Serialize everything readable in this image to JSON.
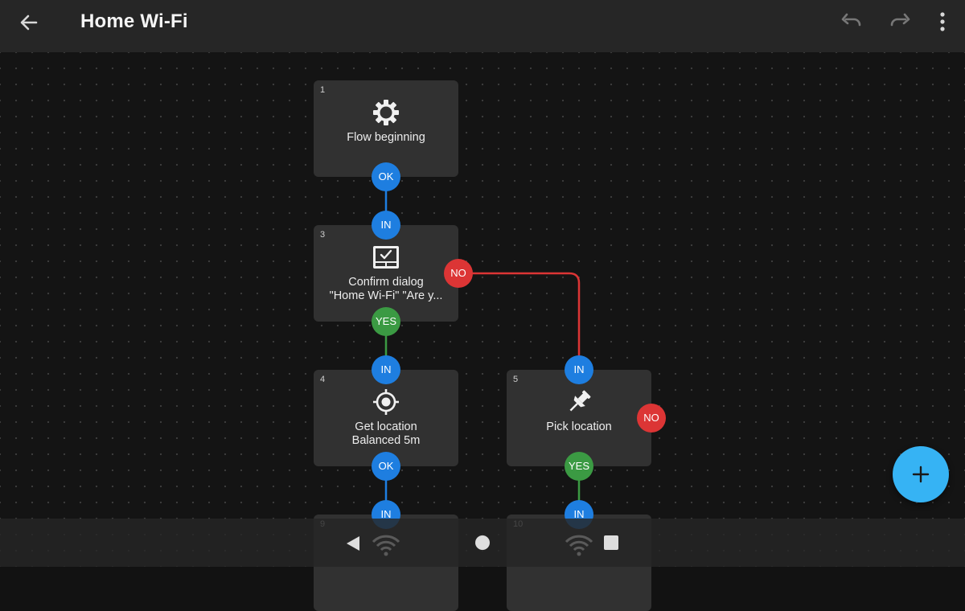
{
  "app_bar": {
    "title": "Home Wi-Fi",
    "back_icon": "arrow-left-icon",
    "undo_icon": "undo-icon",
    "redo_icon": "redo-icon",
    "more_icon": "more-vert-icon"
  },
  "colors": {
    "port_blue": "#1e7ee0",
    "port_green": "#3b9a43",
    "port_red": "#dc3535",
    "fab": "#36b3f4",
    "node_bg": "#313131"
  },
  "nodes": {
    "n1": {
      "number": "1",
      "icon": "gear-icon",
      "label": "Flow beginning",
      "ports": {
        "ok": "OK"
      }
    },
    "n3": {
      "number": "3",
      "icon": "check-dialog-icon",
      "label_line1": "Confirm dialog",
      "label_line2": "\"Home Wi-Fi\" \"Are y...",
      "ports": {
        "in": "IN",
        "yes": "YES",
        "no": "NO"
      }
    },
    "n4": {
      "number": "4",
      "icon": "crosshair-icon",
      "label_line1": "Get location",
      "label_line2": "Balanced 5m",
      "ports": {
        "in": "IN",
        "ok": "OK"
      }
    },
    "n5": {
      "number": "5",
      "icon": "pushpin-icon",
      "label": "Pick location",
      "ports": {
        "in": "IN",
        "yes": "YES",
        "no": "NO"
      }
    },
    "n9": {
      "number": "9",
      "ports": {
        "in": "IN"
      }
    },
    "n10": {
      "number": "10",
      "ports": {
        "in": "IN"
      }
    }
  },
  "fab": {
    "icon": "plus-icon"
  },
  "nav_bar": {
    "items": [
      "back-triangle-icon",
      "wifi-icon",
      "home-circle-icon",
      "wifi-icon",
      "recents-square-icon"
    ]
  }
}
